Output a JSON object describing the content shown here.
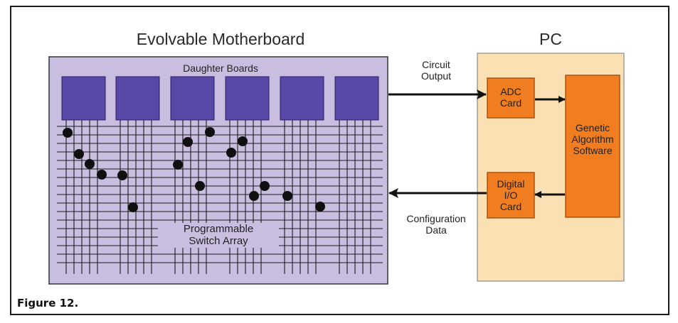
{
  "motherboard": {
    "title": "Evolvable Motherboard",
    "daughter_label": "Daughter Boards",
    "array_label": "Programmable\nSwitch Array",
    "colors": {
      "panel": "#c9bedf",
      "daughter": "#5848a8",
      "grid": "#1a1a1a",
      "switch": "#101010"
    }
  },
  "pc": {
    "title": "PC",
    "adc_label": "ADC\nCard",
    "dio_label": "Digital\nI/O\nCard",
    "ga_label": "Genetic\nAlgorithm\nSoftware",
    "colors": {
      "panel": "#fbe0b4",
      "card": "#f07d20",
      "card_border": "#a85412"
    }
  },
  "signals": {
    "output_label": "Circuit\nOutput",
    "config_label": "Configuration\nData"
  },
  "caption": "Figure 12."
}
